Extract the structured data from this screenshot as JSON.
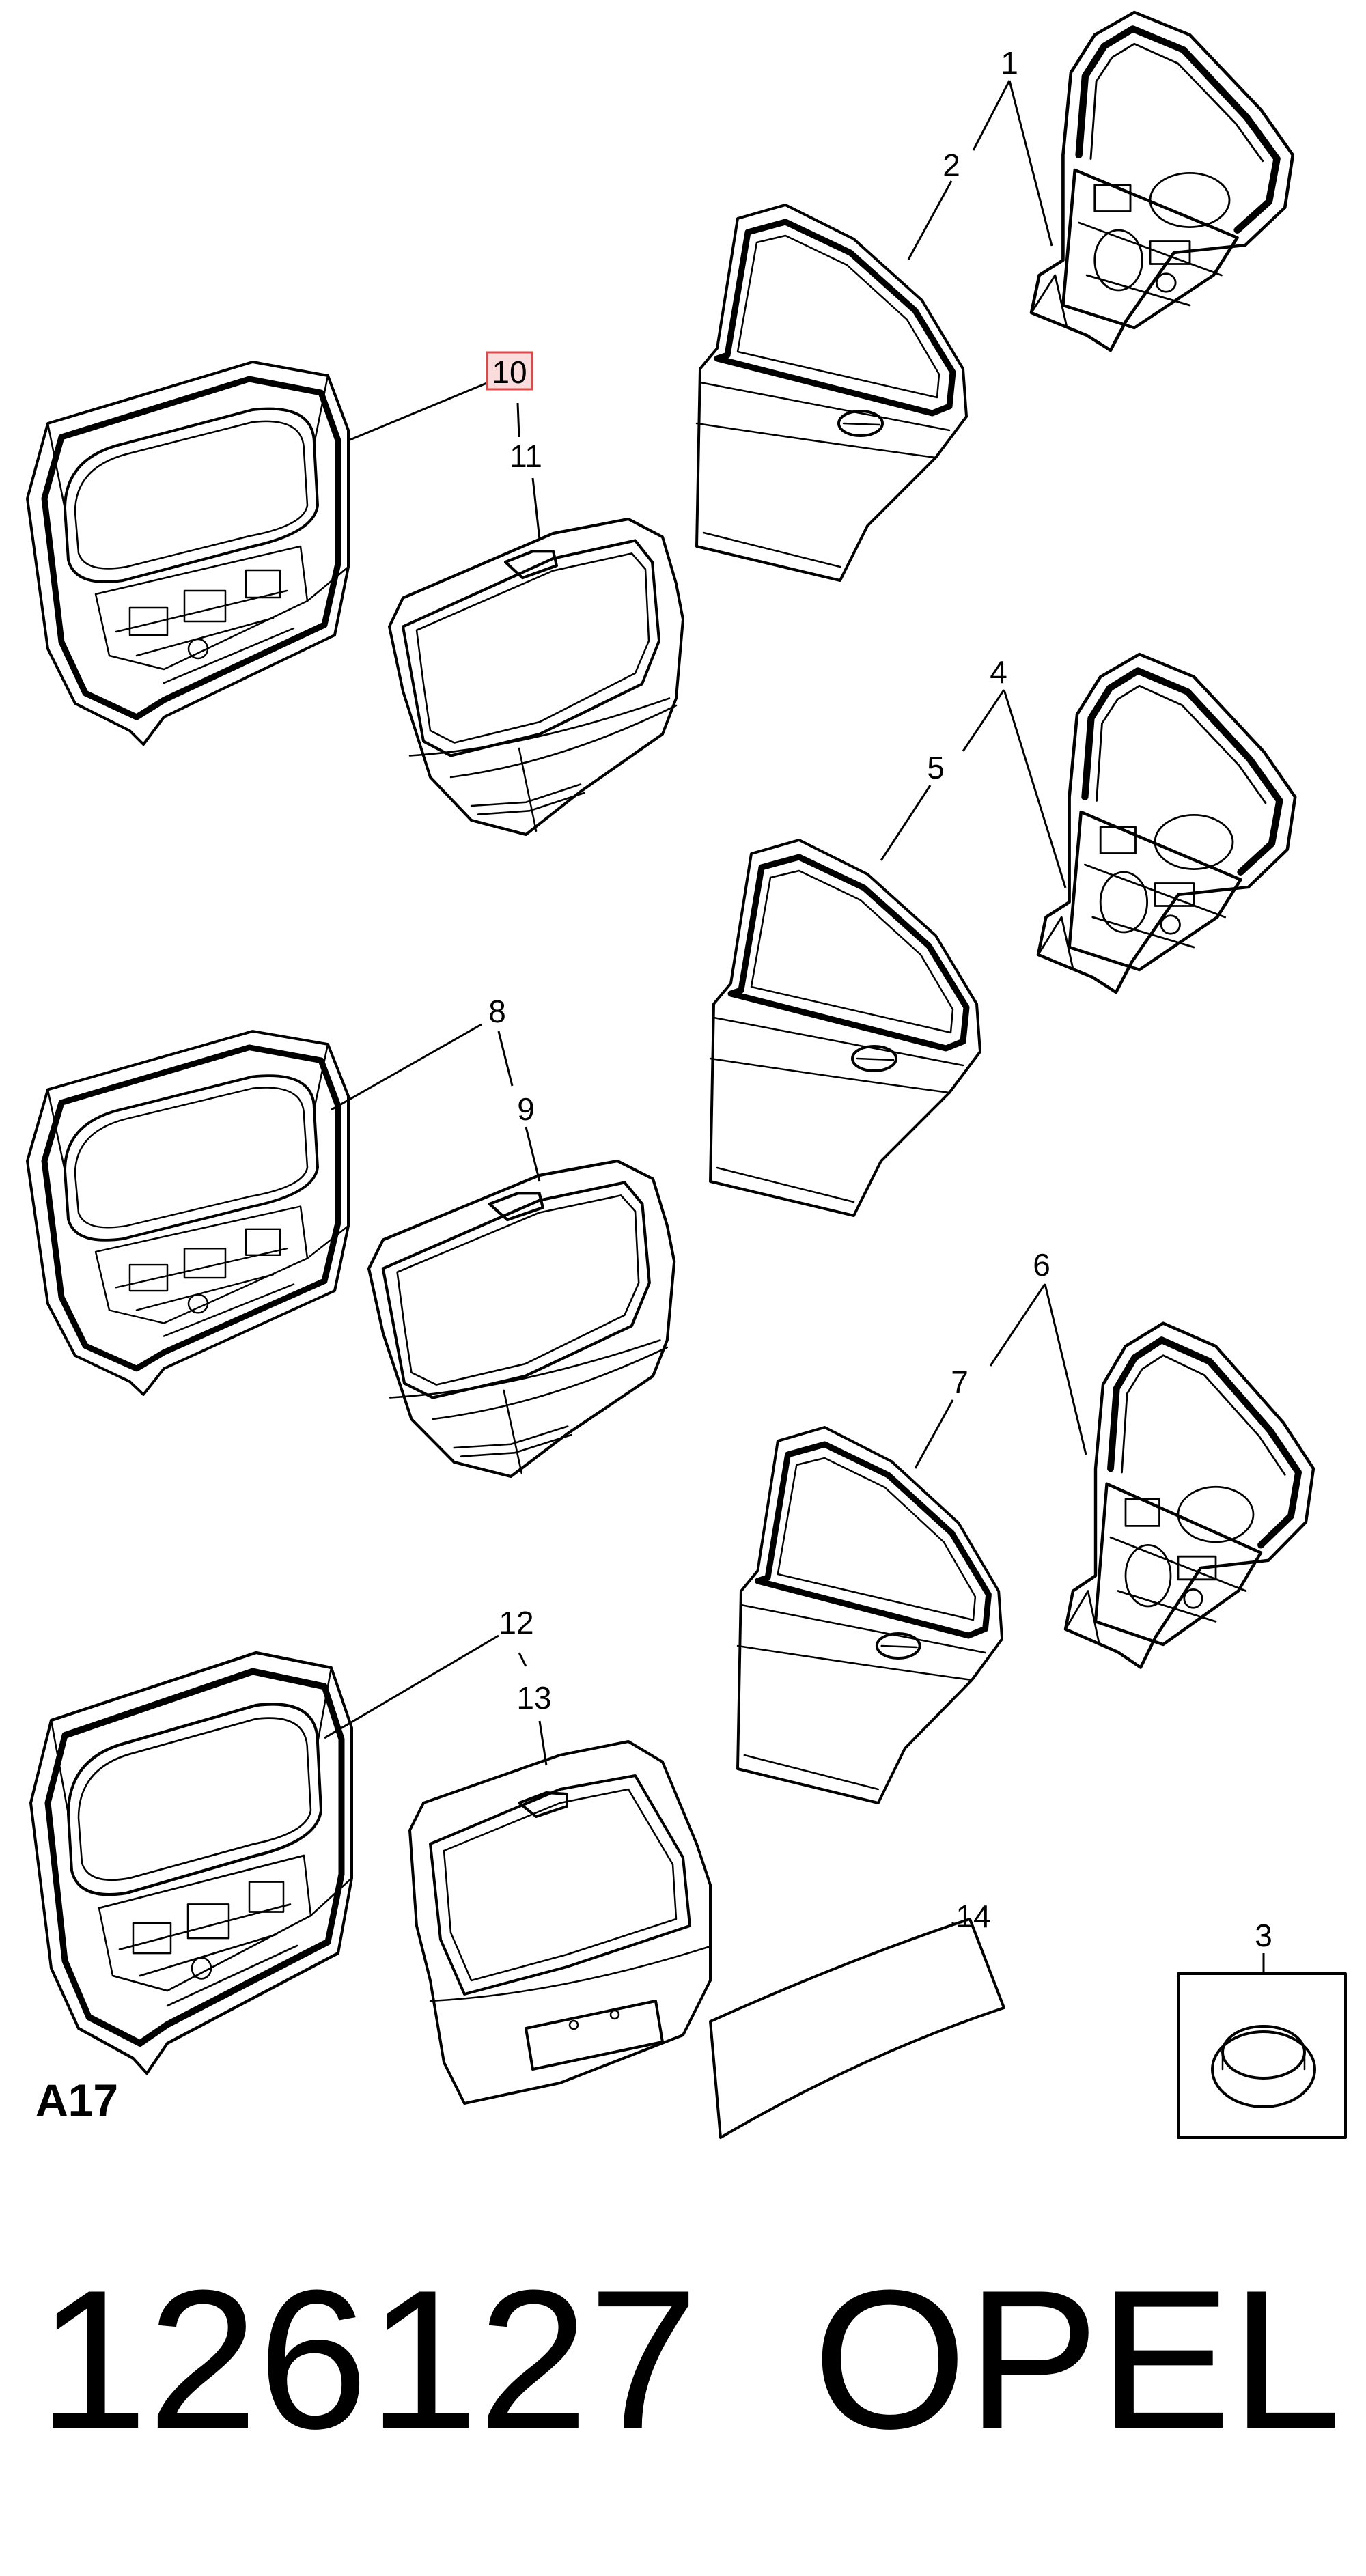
{
  "diagram": {
    "section_code": "A17",
    "part_number": "126127",
    "brand": "OPEL",
    "highlighted_callout": "10",
    "callouts": [
      "1",
      "2",
      "3",
      "4",
      "5",
      "6",
      "7",
      "8",
      "9",
      "10",
      "11",
      "12",
      "13",
      "14"
    ],
    "parts": [
      {
        "callout": "1",
        "depicts": "rear-door-frame"
      },
      {
        "callout": "2",
        "depicts": "rear-door-panel"
      },
      {
        "callout": "3",
        "depicts": "grommet-plug"
      },
      {
        "callout": "4",
        "depicts": "rear-door-frame"
      },
      {
        "callout": "5",
        "depicts": "rear-door-panel"
      },
      {
        "callout": "6",
        "depicts": "rear-door-frame"
      },
      {
        "callout": "7",
        "depicts": "rear-door-panel"
      },
      {
        "callout": "8",
        "depicts": "tailgate-frame"
      },
      {
        "callout": "9",
        "depicts": "tailgate-panel"
      },
      {
        "callout": "10",
        "depicts": "tailgate-frame"
      },
      {
        "callout": "11",
        "depicts": "tailgate-panel"
      },
      {
        "callout": "12",
        "depicts": "tailgate-frame"
      },
      {
        "callout": "13",
        "depicts": "tailgate-panel"
      },
      {
        "callout": "14",
        "depicts": "rear-window-glass"
      }
    ]
  }
}
